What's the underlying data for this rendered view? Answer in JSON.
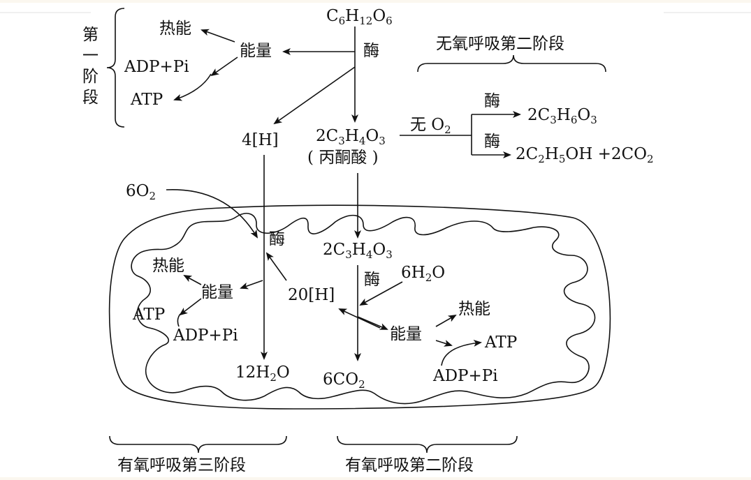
{
  "stage1": {
    "label_chars": [
      "第",
      "一",
      "阶",
      "段"
    ],
    "glucose": [
      {
        "t": "C"
      },
      {
        "t": "6",
        "sub": true
      },
      {
        "t": "H"
      },
      {
        "t": "12",
        "sub": true
      },
      {
        "t": "O"
      },
      {
        "t": "6",
        "sub": true
      }
    ],
    "enzyme": "酶",
    "energy": "能量",
    "heat": "热能",
    "adp": "ADP+Pi",
    "atp": "ATP",
    "h4": "4[H]",
    "pyruvate": [
      {
        "t": "2C"
      },
      {
        "t": "3",
        "sub": true
      },
      {
        "t": "H"
      },
      {
        "t": "4",
        "sub": true
      },
      {
        "t": "O"
      },
      {
        "t": "3",
        "sub": true
      }
    ],
    "pyruvate_name": "( 丙酮酸 )"
  },
  "anaerobic": {
    "title": "无氧呼吸第二阶段",
    "no_o2": [
      {
        "t": "无  O"
      },
      {
        "t": "2",
        "sub": true
      }
    ],
    "enzyme": "酶",
    "lactic": [
      {
        "t": "2C"
      },
      {
        "t": "3",
        "sub": true
      },
      {
        "t": "H"
      },
      {
        "t": "6",
        "sub": true
      },
      {
        "t": "O"
      },
      {
        "t": "3",
        "sub": true
      }
    ],
    "ethanol": [
      {
        "t": "2C"
      },
      {
        "t": "2",
        "sub": true
      },
      {
        "t": "H"
      },
      {
        "t": "5",
        "sub": true
      },
      {
        "t": "OH +2CO"
      },
      {
        "t": "2",
        "sub": true
      }
    ]
  },
  "mitochondrion": {
    "o2": [
      {
        "t": "6O"
      },
      {
        "t": "2",
        "sub": true
      }
    ],
    "enzyme_left": "酶",
    "pyruvate": [
      {
        "t": "2C"
      },
      {
        "t": "3",
        "sub": true
      },
      {
        "t": "H"
      },
      {
        "t": "4",
        "sub": true
      },
      {
        "t": "O"
      },
      {
        "t": "3",
        "sub": true
      }
    ],
    "enzyme_mid": "酶",
    "water_in": [
      {
        "t": "6H"
      },
      {
        "t": "2",
        "sub": true
      },
      {
        "t": "O"
      }
    ],
    "h20": "20[H]",
    "heat_left": "热能",
    "energy_left": "能量",
    "atp_left": "ATP",
    "adp_left": "ADP+Pi",
    "water_out": [
      {
        "t": "12H"
      },
      {
        "t": "2",
        "sub": true
      },
      {
        "t": "O"
      }
    ],
    "co2": [
      {
        "t": "6CO"
      },
      {
        "t": "2",
        "sub": true
      }
    ],
    "energy_right": "能量",
    "heat_right": "热能",
    "atp_right": "ATP",
    "adp_right": "ADP+Pi"
  },
  "bottom": {
    "stage3": "有氧呼吸第三阶段",
    "stage2": "有氧呼吸第二阶段"
  }
}
